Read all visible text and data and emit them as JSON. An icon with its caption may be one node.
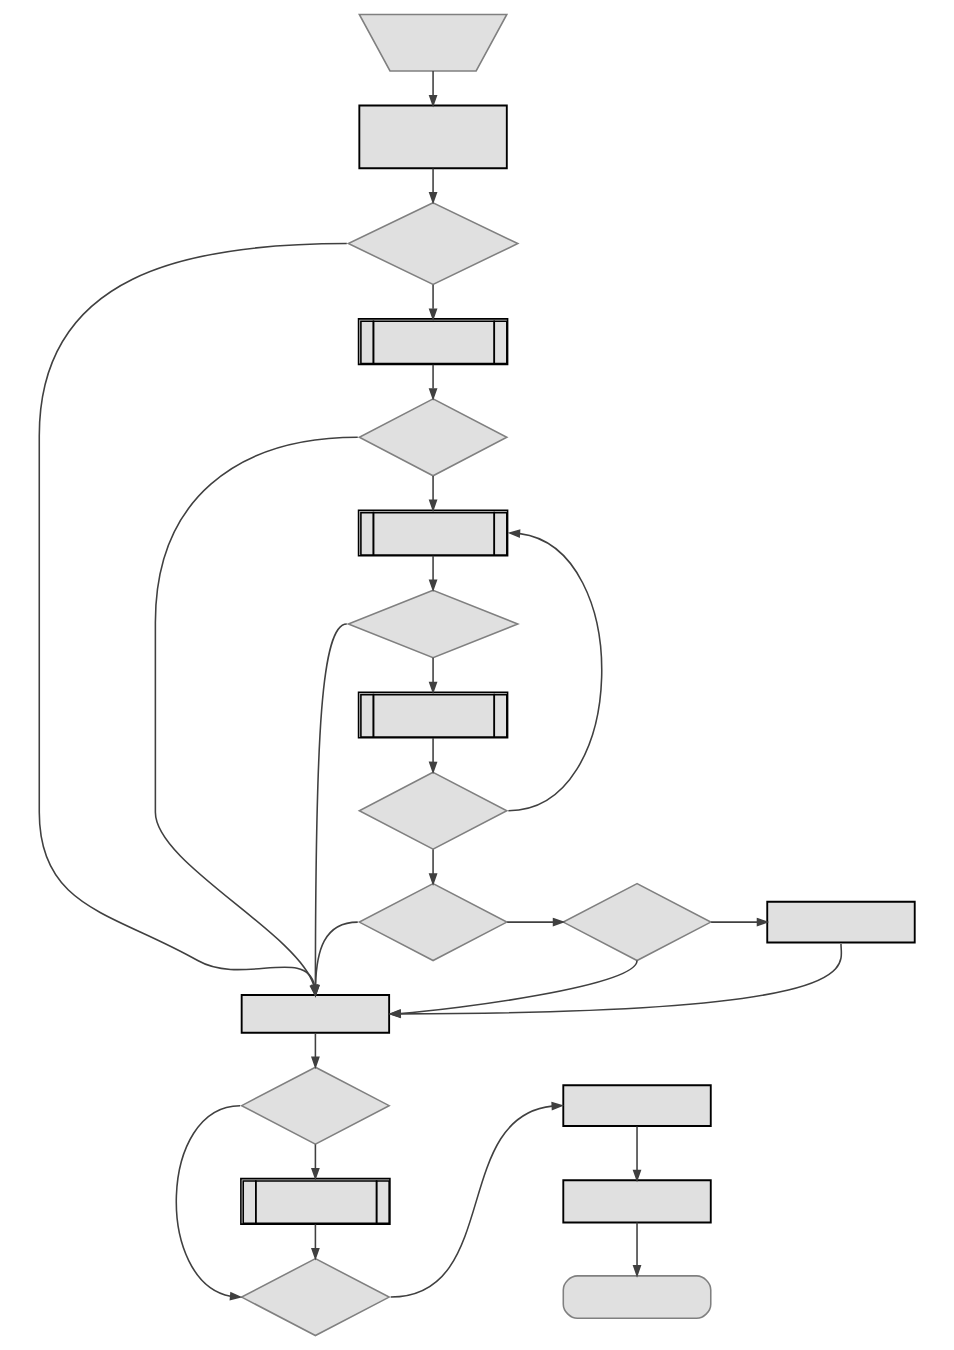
{
  "diagram": {
    "nodes": [
      {
        "text": [],
        "shape": "trapezoid"
      },
      {
        "text": [],
        "shape": "box"
      },
      {
        "text": [],
        "shape": "diamond"
      },
      {
        "text": [],
        "shape": "subroutine"
      },
      {
        "text": [],
        "shape": "diamond"
      },
      {
        "text": [],
        "shape": "subroutine"
      },
      {
        "text": [],
        "shape": "diamond"
      },
      {
        "text": [],
        "shape": "subroutine"
      },
      {
        "text": [],
        "shape": "diamond"
      },
      {
        "text": [],
        "shape": "diamond"
      },
      {
        "text": [],
        "shape": "diamond"
      },
      {
        "text": [],
        "shape": "box"
      },
      {
        "text": [],
        "shape": "box"
      },
      {
        "text": [],
        "shape": "diamond"
      },
      {
        "text": [],
        "shape": "box"
      },
      {
        "text": [],
        "shape": "subroutine"
      },
      {
        "text": [],
        "shape": "box"
      },
      {
        "text": [],
        "shape": "diamond"
      },
      {
        "text": [],
        "shape": "terminal"
      }
    ],
    "edges": [
      {
        "from": 0,
        "to": 1,
        "arrow": "to"
      },
      {
        "from": 1,
        "to": 2,
        "arrow": "to"
      },
      {
        "from": 2,
        "to": 3,
        "arrow": "to"
      },
      {
        "from": 2,
        "to": 12,
        "arrow": "to"
      },
      {
        "from": 3,
        "to": 4,
        "arrow": "to"
      },
      {
        "from": 4,
        "to": 5,
        "arrow": "to"
      },
      {
        "from": 4,
        "to": 12,
        "arrow": "to"
      },
      {
        "from": 5,
        "to": 6,
        "arrow": "to"
      },
      {
        "from": 6,
        "to": 7,
        "arrow": "to"
      },
      {
        "from": 6,
        "to": 12,
        "arrow": "to"
      },
      {
        "from": 7,
        "to": 8,
        "arrow": "to"
      },
      {
        "from": 8,
        "to": 5,
        "arrow": "to"
      },
      {
        "from": 8,
        "to": 9,
        "arrow": "to"
      },
      {
        "from": 9,
        "to": 10,
        "arrow": "to"
      },
      {
        "from": 9,
        "to": 12,
        "arrow": "to"
      },
      {
        "from": 10,
        "to": 11,
        "arrow": "to"
      },
      {
        "from": 10,
        "to": 12,
        "arrow": "to"
      },
      {
        "from": 11,
        "to": 12,
        "arrow": "to"
      },
      {
        "from": 12,
        "to": 13,
        "arrow": "to"
      },
      {
        "from": 13,
        "to": 15,
        "arrow": "to"
      },
      {
        "from": 13,
        "to": 17,
        "arrow": "to"
      },
      {
        "from": 15,
        "to": 17,
        "arrow": "to"
      },
      {
        "from": 17,
        "to": 14,
        "arrow": "to"
      },
      {
        "from": 14,
        "to": 16,
        "arrow": "to"
      },
      {
        "from": 16,
        "to": 18,
        "arrow": "to"
      }
    ]
  }
}
